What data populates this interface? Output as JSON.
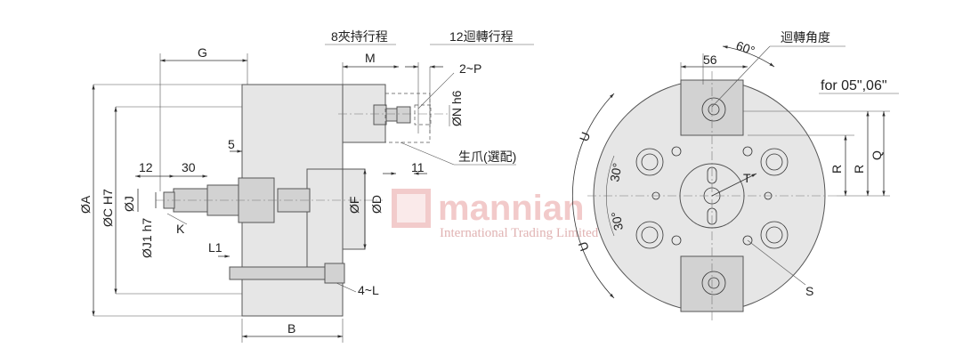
{
  "side_view": {
    "labels": {
      "G": "G",
      "M": "M",
      "clamp_stroke": "8夾持行程",
      "rotate_stroke": "12迴轉行程",
      "P": "2~P",
      "N": "ØN h6",
      "jaw": "生爪(選配)",
      "d11": "11",
      "d5": "5",
      "d12": "12",
      "d30": "30",
      "A": "ØA",
      "C": "ØC H7",
      "J": "ØJ",
      "J1": "ØJ1 h7",
      "K": "K",
      "F": "ØF",
      "D": "ØD",
      "L1": "L1",
      "L": "4~L",
      "B": "B"
    }
  },
  "front_view": {
    "labels": {
      "angle60": "60°",
      "rotate_angle": "迴轉角度",
      "d56": "56",
      "for_size": "for 05\",06\"",
      "U_top": "U",
      "U_bottom": "U",
      "a30_1": "30°",
      "a30_2": "30°",
      "T": "T",
      "R1": "R",
      "R2": "R",
      "Q": "Q",
      "S": "S"
    }
  },
  "watermark": {
    "brand": "mannian",
    "subtitle": "International Trading Limited"
  }
}
